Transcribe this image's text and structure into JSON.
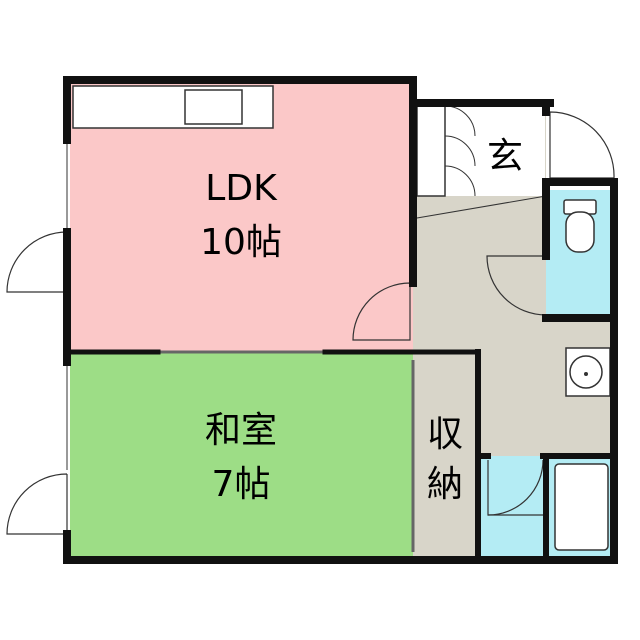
{
  "rooms": {
    "ldk": {
      "name": "LDK",
      "size": "10帖",
      "color": "#fbc8c8"
    },
    "washitsu": {
      "name": "和室",
      "size": "7帖",
      "color": "#9ddd86"
    },
    "genkan": {
      "name": "玄"
    },
    "storage": {
      "line1": "収",
      "line2": "納"
    },
    "hall_color": "#d8d5c9",
    "wet_color": "#b4ecf4"
  },
  "wall_color": "#111111"
}
